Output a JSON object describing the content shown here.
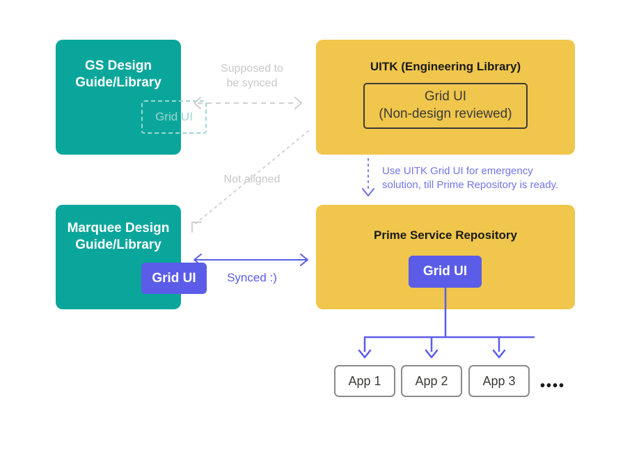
{
  "diagram": {
    "title": "Grid UI library alignment diagram",
    "colors": {
      "teal": "#0aa69b",
      "yellow": "#f0c64c",
      "purple": "#5b5ce8",
      "purple_text": "#7274e8",
      "muted_gray": "#c8c8c8",
      "dark_outline": "#3b3b38",
      "ghost_border": "#9fd6d2",
      "app_border": "#8a8a8a",
      "background": "#ffffff"
    }
  },
  "groups": {
    "gs_design": {
      "title": "GS Design\nGuide/Library",
      "title_line1": "GS Design",
      "title_line2": "Guide/Library",
      "chip_label": "Grid UI",
      "chip_style": "dashed-ghost"
    },
    "marquee_design": {
      "title_line1": "Marquee Design",
      "title_line2": "Guide/Library",
      "chip_label": "Grid UI",
      "chip_style": "solid-purple"
    },
    "uitk": {
      "title": "UITK (Engineering Library)",
      "chip_line1": "Grid UI",
      "chip_line2": "(Non-design reviewed)",
      "chip_style": "outlined"
    },
    "prime": {
      "title": "Prime Service Repository",
      "chip_label": "Grid UI",
      "chip_style": "solid-purple"
    }
  },
  "connectors": {
    "supposed_to_be_synced": {
      "line1": "Supposed to",
      "line2": "be synced",
      "style": "dashed-double-arrow",
      "color": "#c8c8c8"
    },
    "not_aligned": {
      "label": "Not aligned",
      "style": "dotted-diagonal-arrow",
      "color": "#c8c8c8"
    },
    "synced": {
      "label": "Synced :)",
      "style": "solid-double-arrow",
      "color": "#5b5ce8"
    },
    "emergency_note": {
      "line1": "Use UITK Grid UI for emergency",
      "line2": "solution, till Prime Repository is ready.",
      "style": "dotted-down-arrow",
      "color": "#7274e8"
    },
    "fanout": {
      "style": "solid-branch-down-arrows",
      "color": "#5b5ce8"
    }
  },
  "apps": [
    {
      "label": "App 1"
    },
    {
      "label": "App 2"
    },
    {
      "label": "App 3"
    }
  ],
  "apps_overflow": "••••"
}
